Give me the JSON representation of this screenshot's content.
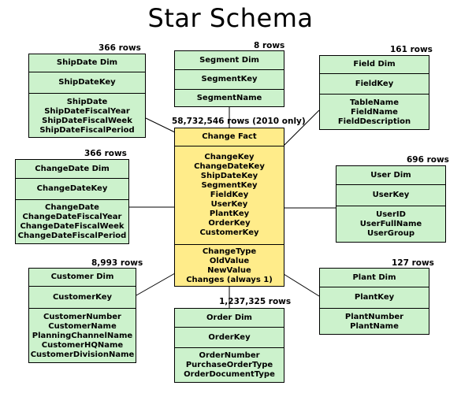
{
  "title": "Star Schema",
  "tables": {
    "shipdate": {
      "rows": "366 rows",
      "name": "ShipDate Dim",
      "key": "ShipDateKey",
      "attrs": [
        "ShipDate",
        "ShipDateFiscalYear",
        "ShipDateFiscalWeek",
        "ShipDateFiscalPeriod"
      ]
    },
    "segment": {
      "rows": "8 rows",
      "name": "Segment Dim",
      "key": "SegmentKey",
      "attrs": [
        "SegmentName"
      ]
    },
    "field": {
      "rows": "161 rows",
      "name": "Field Dim",
      "key": "FieldKey",
      "attrs": [
        "TableName",
        "FieldName",
        "FieldDescription"
      ]
    },
    "changedate": {
      "rows": "366 rows",
      "name": "ChangeDate Dim",
      "key": "ChangeDateKey",
      "attrs": [
        "ChangeDate",
        "ChangeDateFiscalYear",
        "ChangeDateFiscalWeek",
        "ChangeDateFiscalPeriod"
      ]
    },
    "user": {
      "rows": "696 rows",
      "name": "User Dim",
      "key": "UserKey",
      "attrs": [
        "UserID",
        "UserFullName",
        "UserGroup"
      ]
    },
    "customer": {
      "rows": "8,993 rows",
      "name": "Customer Dim",
      "key": "CustomerKey",
      "attrs": [
        "CustomerNumber",
        "CustomerName",
        "PlanningChannelName",
        "CustomerHQName",
        "CustomerDivisionName"
      ]
    },
    "plant": {
      "rows": "127 rows",
      "name": "Plant Dim",
      "key": "PlantKey",
      "attrs": [
        "PlantNumber",
        "PlantName"
      ]
    },
    "order": {
      "rows": "1,237,325 rows",
      "name": "Order Dim",
      "key": "OrderKey",
      "attrs": [
        "OrderNumber",
        "PurchaseOrderType",
        "OrderDocumentType"
      ]
    },
    "fact": {
      "rows": "58,732,546 rows (2010 only)",
      "name": "Change Fact",
      "keys": [
        "ChangeKey",
        "ChangeDateKey",
        "ShipDateKey",
        "SegmentKey",
        "FieldKey",
        "UserKey",
        "PlantKey",
        "OrderKey",
        "CustomerKey"
      ],
      "measures": [
        "ChangeType",
        "OldValue",
        "NewValue",
        "Changes (always 1)"
      ]
    }
  }
}
